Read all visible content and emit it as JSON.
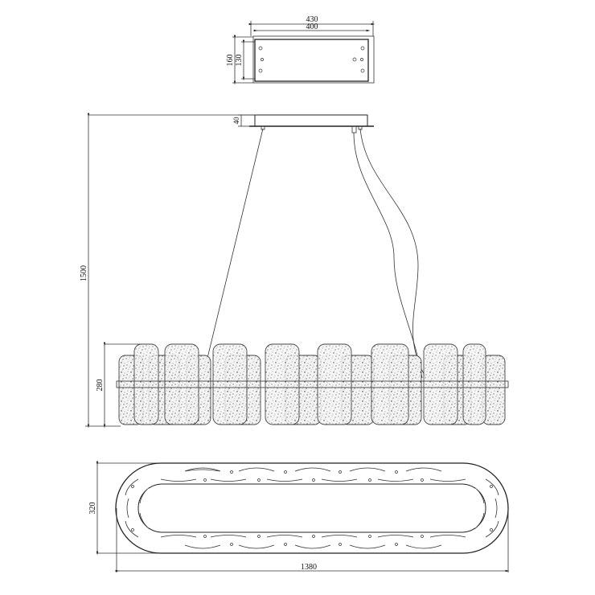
{
  "drawing": {
    "title": "Pendant chandelier technical drawing",
    "views": {
      "canopy_top_view": {
        "outer_width_label": "430",
        "inner_width_label": "400",
        "outer_height_label": "160",
        "inner_height_label": "130"
      },
      "side_elevation": {
        "canopy_height_label": "40",
        "total_height_label": "1500",
        "fixture_height_label": "280"
      },
      "plan_view": {
        "length_label": "1380",
        "width_label": "320"
      }
    },
    "colors": {
      "line": "#222222",
      "background": "#ffffff",
      "speckle": "#555555"
    }
  }
}
